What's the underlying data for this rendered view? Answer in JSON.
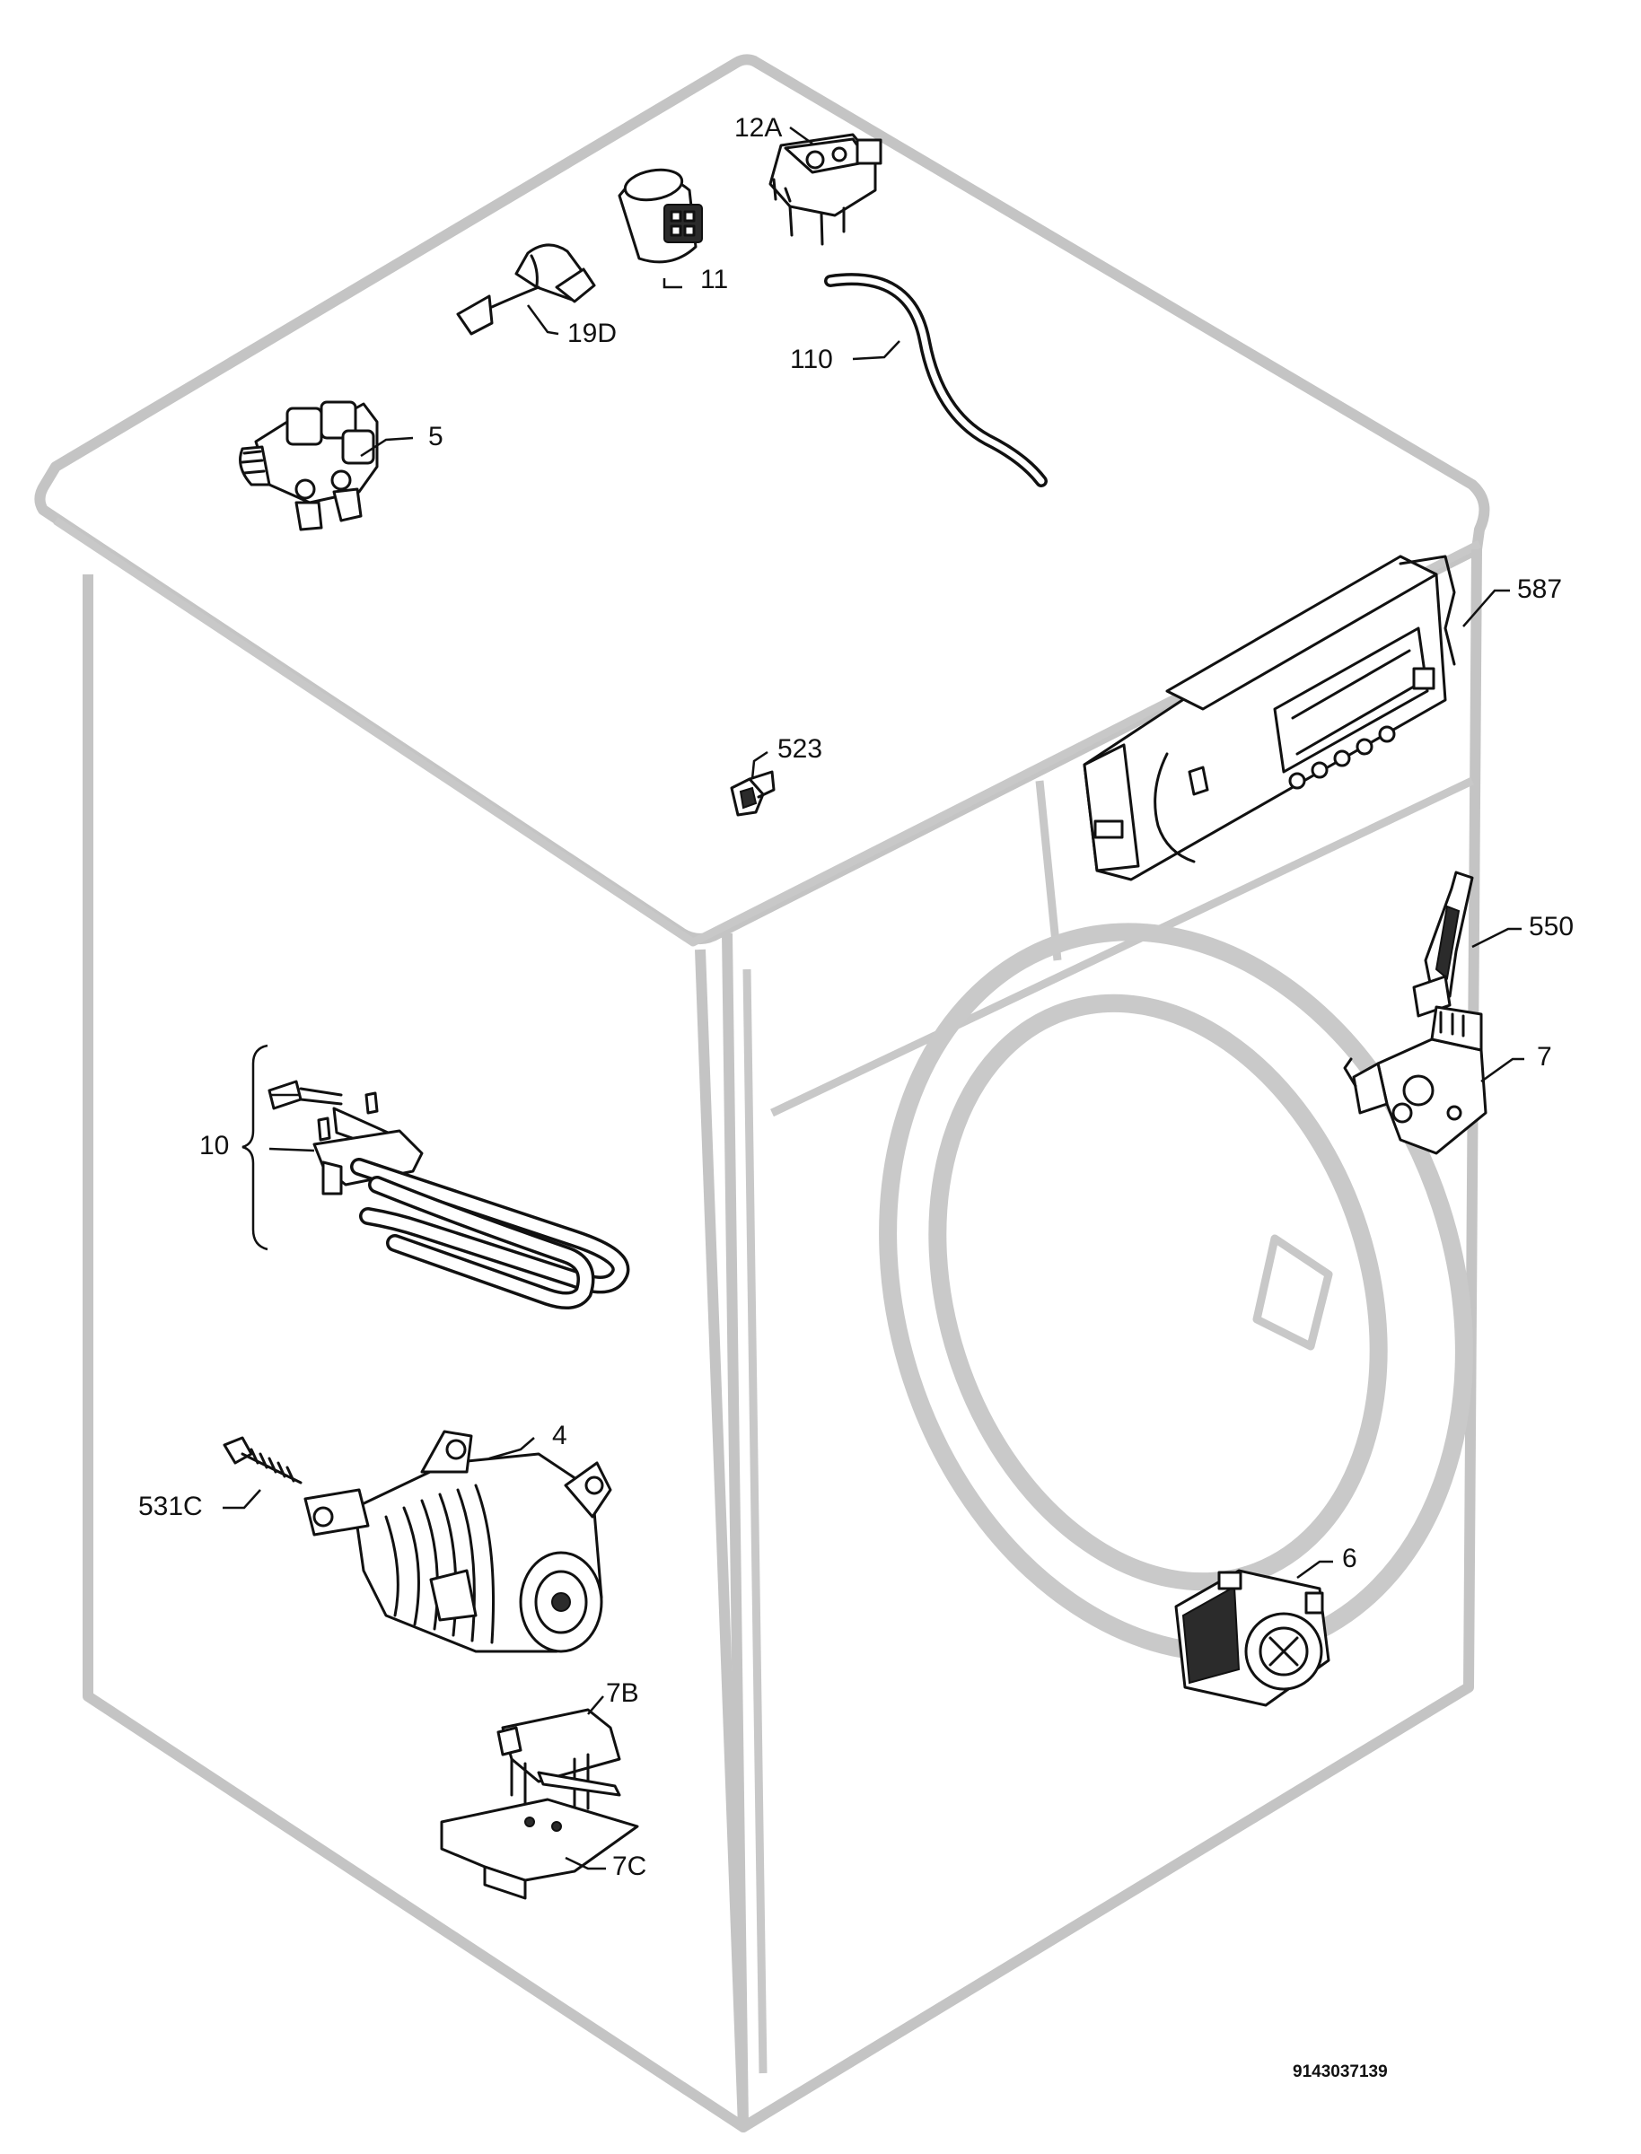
{
  "diagram": {
    "callouts": {
      "c12A": "12A",
      "c11": "11",
      "c19D": "19D",
      "c110": "110",
      "c5": "5",
      "c587": "587",
      "c523": "523",
      "c550": "550",
      "c7": "7",
      "c10": "10",
      "c4": "4",
      "c531C": "531C",
      "c6": "6",
      "c7B": "7B",
      "c7C": "7C"
    },
    "drawing_number": "9143037139"
  }
}
